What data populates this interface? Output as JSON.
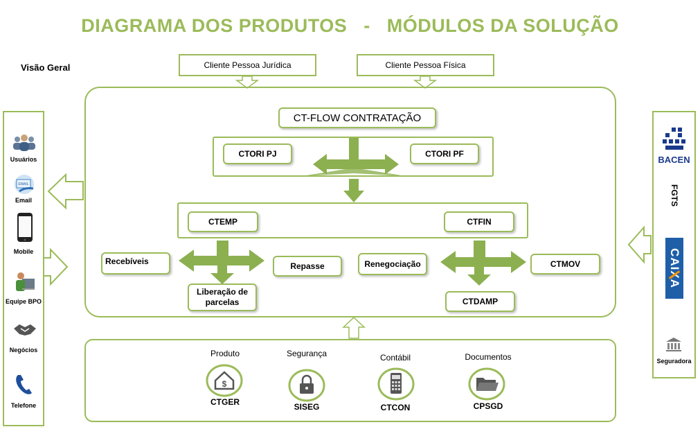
{
  "title": "DIAGRAMA DOS PRODUTOS   -   MÓDULOS DA SOLUÇÃO",
  "overview": "Visão  Geral",
  "clients": {
    "pj": "Cliente Pessoa Jurídica",
    "pf": "Cliente Pessoa Física"
  },
  "flow": {
    "contratacao": "CT-FLOW CONTRATAÇÃO",
    "ctori_pj": "CTORI PJ",
    "ctori_pf": "CTORI PF",
    "ctemp": "CTEMP",
    "ctfin": "CTFIN",
    "recebiveis": "Recebíveis",
    "liberacao": "Liberação de parcelas",
    "repasse": "Repasse",
    "renegociacao": "Renegociação",
    "ctmov": "CTMOV",
    "ctdamp": "CTDAMP"
  },
  "channels": [
    {
      "label": "Usuários",
      "icon": "users-icon"
    },
    {
      "label": "Email",
      "icon": "email-icon"
    },
    {
      "label": "Mobile",
      "icon": "mobile-icon"
    },
    {
      "label": "Equipe  BPO",
      "icon": "bpo-team-icon"
    },
    {
      "label": "Negócios",
      "icon": "handshake-icon"
    },
    {
      "label": "Telefone",
      "icon": "phone-icon"
    }
  ],
  "partners": {
    "bacen": "BACEN",
    "fgts": "FGTS",
    "caixa": "CAIXA",
    "seguradora": "Seguradora"
  },
  "modules": [
    {
      "label": "Produto",
      "code": "CTGER",
      "icon": "house-dollar-icon"
    },
    {
      "label": "Segurança",
      "code": "SISEG",
      "icon": "lock-icon"
    },
    {
      "label": "Contábil",
      "code": "CTCON",
      "icon": "calculator-icon"
    },
    {
      "label": "Documentos",
      "code": "CPSGD",
      "icon": "folder-icon"
    }
  ],
  "colors": {
    "accent": "#9bbb59",
    "arrow_fill": "#8cb050",
    "bacen_blue": "#1a3a8c",
    "caixa_blue": "#1f5fa8",
    "caixa_orange": "#f39200"
  }
}
